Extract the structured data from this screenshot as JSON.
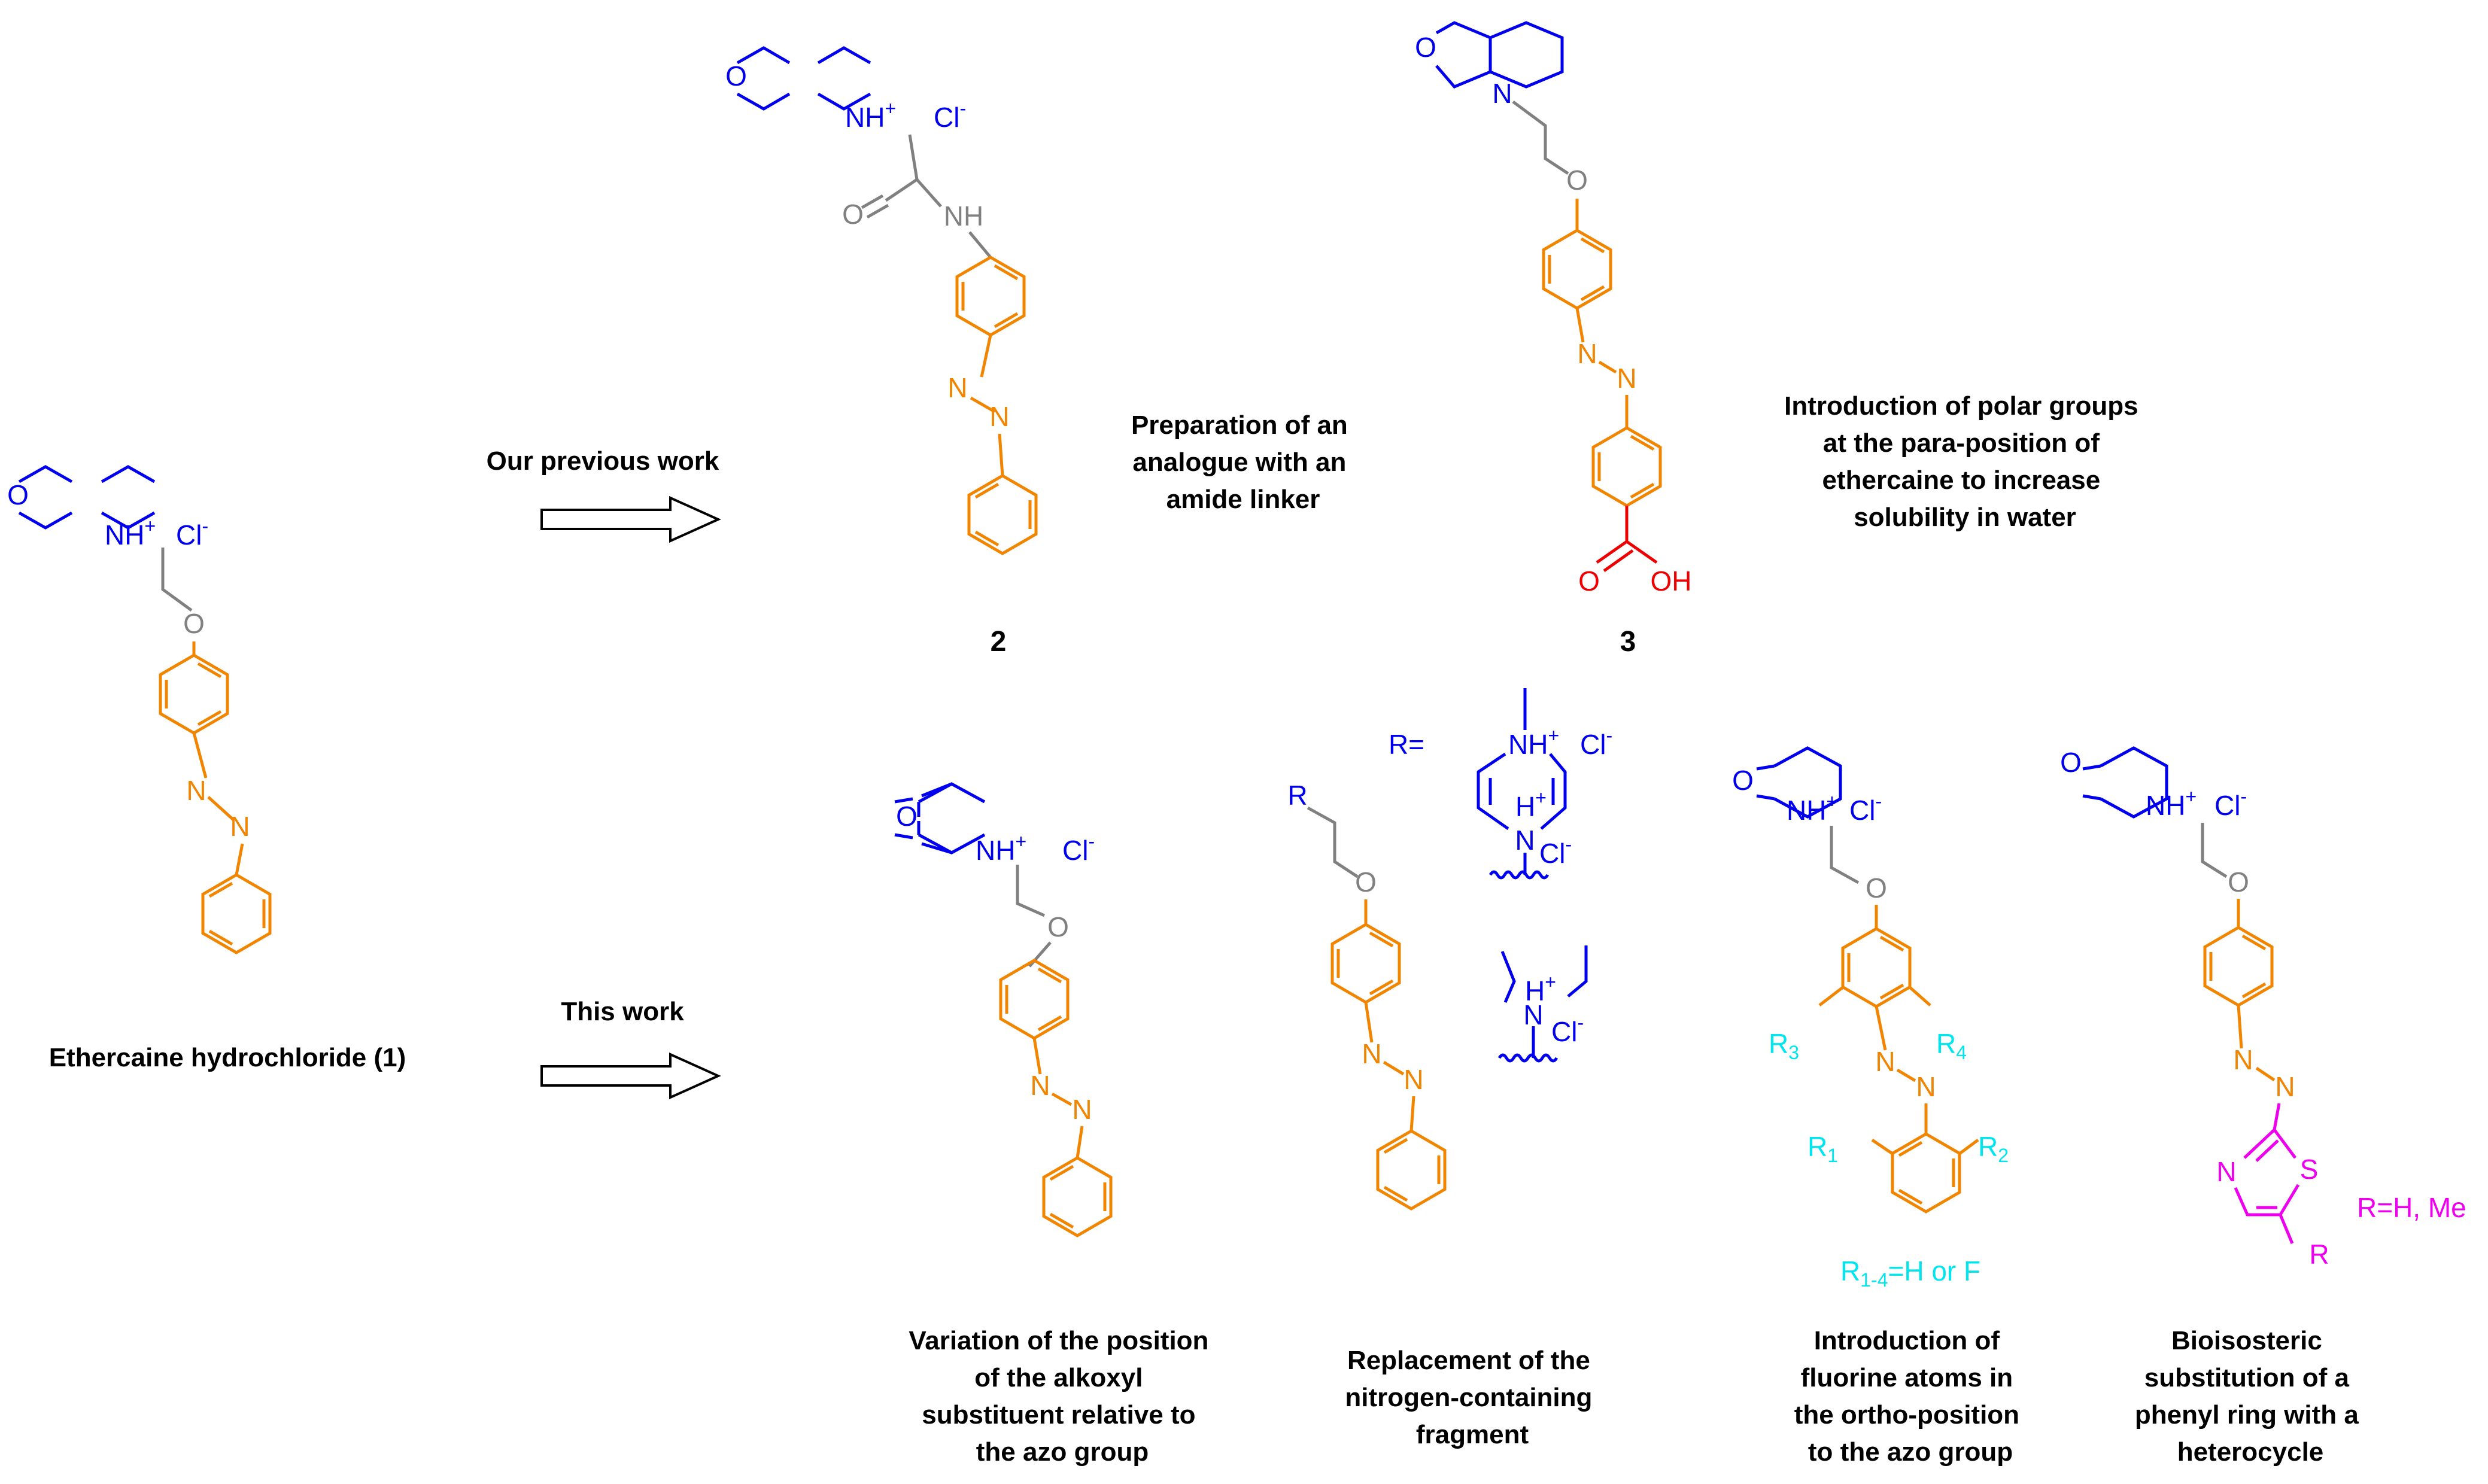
{
  "colors": {
    "morpholine": "#0000ee",
    "linker": "#808080",
    "aryl": "#f28500",
    "acid": "#ee0000",
    "fluoro": "#00e5ee",
    "heterocycle": "#ee00ee",
    "text": "#000000"
  },
  "arrows": {
    "previous_label": "Our previous work",
    "this_label": "This work"
  },
  "compound1": {
    "ring_o": "O",
    "nh": "NH",
    "plus": "+",
    "cl": "Cl",
    "minus": "-",
    "ether_o": "O",
    "azo_n1": "N",
    "azo_n2": "N",
    "name": "Ethercaine hydrochloride (1)"
  },
  "compound2": {
    "ring_o": "O",
    "nh": "NH",
    "plus": "+",
    "cl": "Cl",
    "minus": "-",
    "carbonyl_o": "O",
    "amide_nh": "NH",
    "azo_n1": "N",
    "azo_n2": "N",
    "number": "2",
    "caption": [
      "Preparation of an",
      "analogue with an",
      "amide linker"
    ]
  },
  "compound3": {
    "ring_o": "O",
    "n": "N",
    "ether_o": "O",
    "azo_n1": "N",
    "azo_n2": "N",
    "acid_o": "O",
    "acid_oh": "OH",
    "number": "3",
    "caption": [
      "Introduction of polar groups",
      "at the para-position of",
      "ethercaine to increase",
      "solubility in water"
    ]
  },
  "variant_position": {
    "ring_o": "O",
    "nh": "NH",
    "plus": "+",
    "cl": "Cl",
    "minus": "-",
    "ether_o": "O",
    "azo_n1": "N",
    "azo_n2": "N",
    "caption": [
      "Variation of the position",
      "of the alkoxyl",
      "substituent relative to",
      "the azo group"
    ]
  },
  "variant_nitrogen": {
    "r": "R",
    "ether_o": "O",
    "azo_n1": "N",
    "azo_n2": "N",
    "r_def": "R=",
    "pip_nh": "NH",
    "pip_h": "H",
    "pip_n": "N",
    "plus": "+",
    "cl": "Cl",
    "minus": "-",
    "et_h": "H",
    "et_n": "N",
    "caption": [
      "Replacement of the",
      "nitrogen-containing",
      "fragment"
    ]
  },
  "variant_fluoro": {
    "ring_o": "O",
    "nh": "NH",
    "plus": "+",
    "cl": "Cl",
    "minus": "-",
    "ether_o": "O",
    "azo_n1": "N",
    "azo_n2": "N",
    "r": "R",
    "sub1": "1",
    "sub2": "2",
    "sub3": "3",
    "sub4": "4",
    "sub14": "1-4",
    "def_suffix": "=H or F",
    "caption": [
      "Introduction of",
      "fluorine atoms in",
      "the ortho-position",
      "to the azo group"
    ]
  },
  "variant_heterocycle": {
    "ring_o": "O",
    "nh": "NH",
    "plus": "+",
    "cl": "Cl",
    "minus": "-",
    "ether_o": "O",
    "azo_n1": "N",
    "azo_n2": "N",
    "thiazole_n": "N",
    "thiazole_s": "S",
    "r": "R",
    "r_def": "R=H, Me",
    "caption": [
      "Bioisosteric",
      "substitution of a",
      "phenyl ring with a",
      "heterocycle"
    ]
  }
}
